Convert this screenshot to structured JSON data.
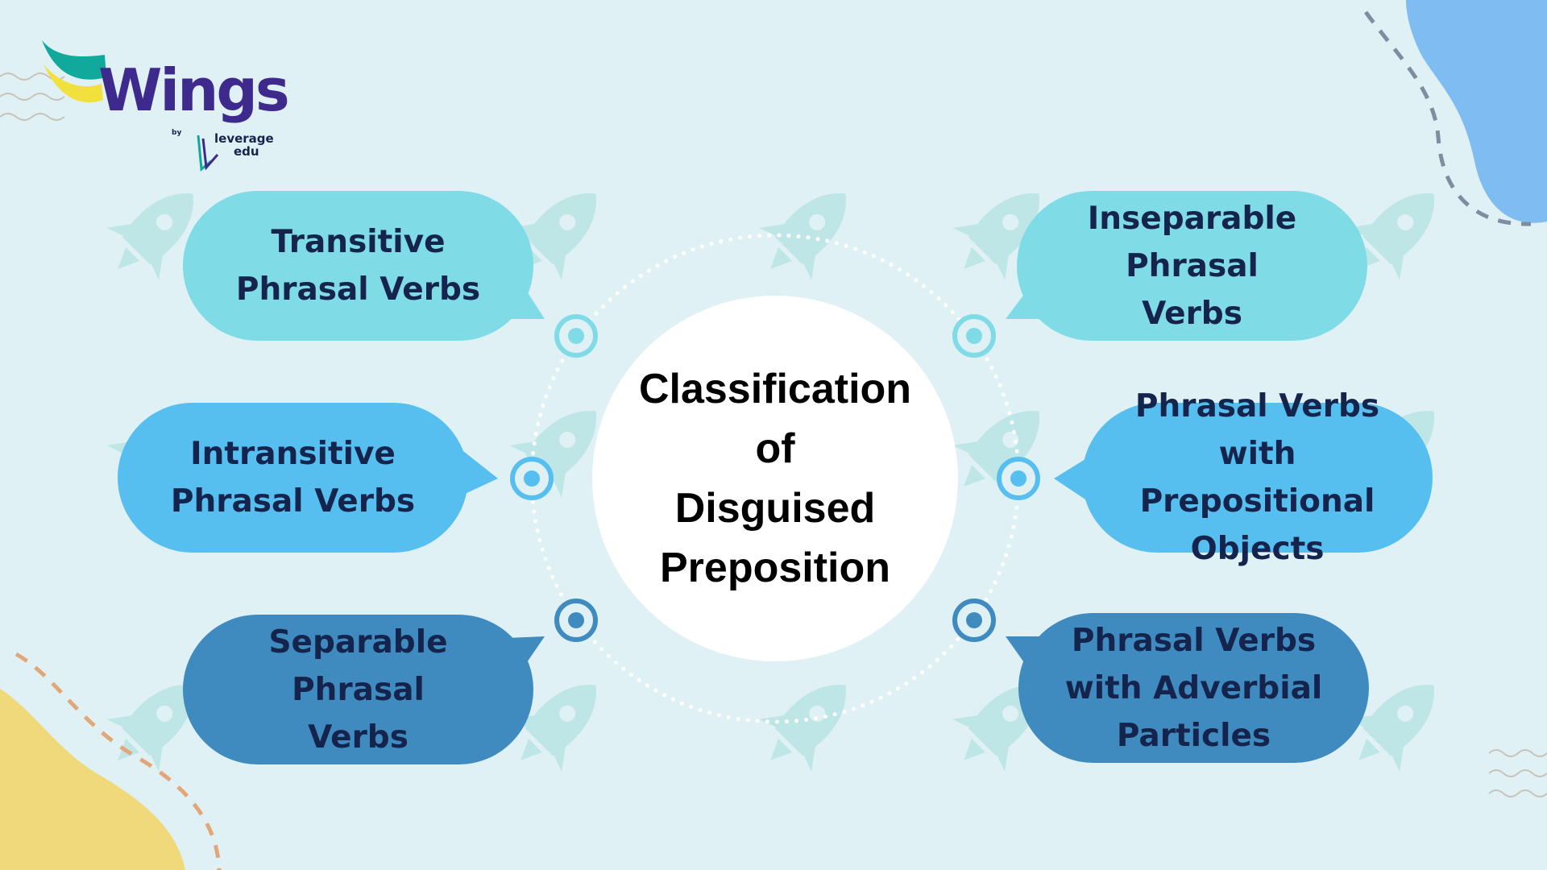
{
  "logo": {
    "brand": "Wings",
    "by": "by",
    "sub_line1": "leverage",
    "sub_line2": "edu"
  },
  "center": {
    "lines": [
      "Classification",
      "of",
      "Disguised",
      "Preposition"
    ]
  },
  "categories": [
    {
      "label": "Transitive Phrasal Verbs",
      "color": "#7fdbe6"
    },
    {
      "label": "Intransitive Phrasal Verbs",
      "color": "#56bff0"
    },
    {
      "label": "Separable Phrasal Verbs",
      "color": "#3f8bbf"
    },
    {
      "label": "Inseparable Phrasal Verbs",
      "color": "#7fdbe6"
    },
    {
      "label": "Phrasal Verbs with Prepositional Objects",
      "color": "#56bff0"
    },
    {
      "label": "Phrasal Verbs with Adverbial Particles",
      "color": "#3f8bbf"
    }
  ],
  "colors": {
    "background": "#e0f1f5",
    "text": "#15244d",
    "logo_purple": "#3d2a8c",
    "rocket": "#bfe6e6",
    "corner_blue": "#7ebcf2",
    "corner_yellow": "#f0d97a"
  }
}
